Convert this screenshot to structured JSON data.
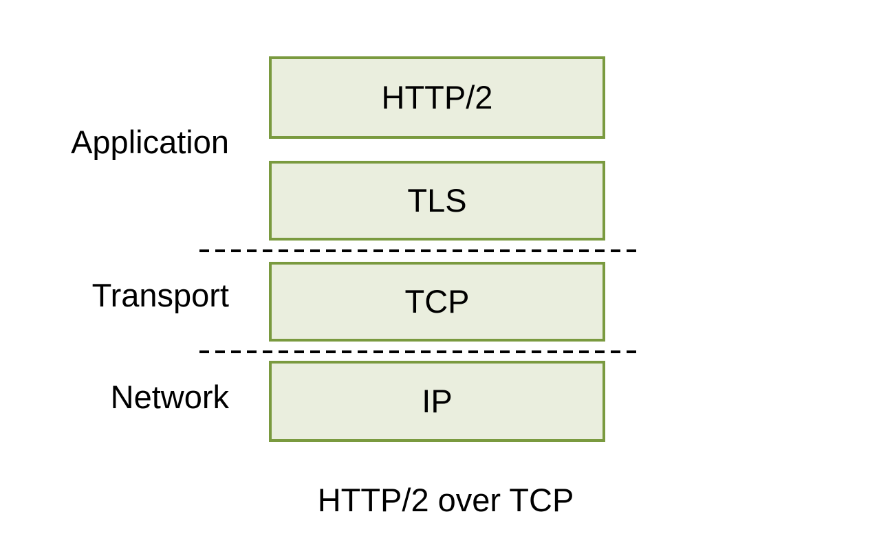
{
  "diagram": {
    "caption": "HTTP/2 over TCP",
    "colors": {
      "box_fill": "#eaeede",
      "box_border": "#7a9a3f",
      "divider": "#000000",
      "text": "#000000",
      "background": "#ffffff"
    },
    "layers": [
      {
        "name": "Application",
        "protocols": [
          "HTTP/2",
          "TLS"
        ]
      },
      {
        "name": "Transport",
        "protocols": [
          "TCP"
        ]
      },
      {
        "name": "Network",
        "protocols": [
          "IP"
        ]
      }
    ],
    "boxes": [
      {
        "label": "HTTP/2",
        "layer": "Application"
      },
      {
        "label": "TLS",
        "layer": "Application"
      },
      {
        "label": "TCP",
        "layer": "Transport"
      },
      {
        "label": "IP",
        "layer": "Network"
      }
    ],
    "dividers": [
      {
        "name": "application-transport-divider",
        "style": "dashed"
      },
      {
        "name": "transport-network-divider",
        "style": "dashed"
      }
    ]
  }
}
